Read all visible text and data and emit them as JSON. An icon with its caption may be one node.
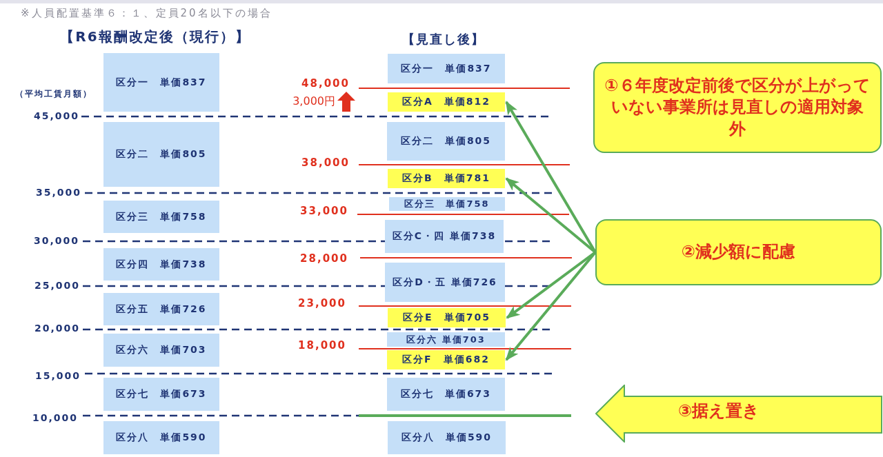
{
  "diagram": {
    "title": "※人員配置基準６：１、定員20名以下の場合",
    "nodes": [
      {
        "text": [
          "区分一　単価837"
        ]
      },
      {
        "text": [
          "区分二　単価805"
        ]
      },
      {
        "text": [
          "区分三　単価758"
        ]
      },
      {
        "text": [
          "区分四　単価738"
        ]
      },
      {
        "text": [
          "区分五　単価726"
        ]
      },
      {
        "text": [
          "区分六　単価703"
        ]
      },
      {
        "text": [
          "区分七　単価673"
        ]
      },
      {
        "text": [
          "区分八　単価590"
        ]
      },
      {
        "text": [
          "区分一　単価837"
        ]
      },
      {
        "text": [
          "区分A　単価812"
        ]
      },
      {
        "text": [
          "区分二　単価805"
        ]
      },
      {
        "text": [
          "区分B　単価781"
        ]
      },
      {
        "text": [
          "区分三　単価758"
        ]
      },
      {
        "text": [
          "区分C・四 単価738"
        ]
      },
      {
        "text": [
          "区分D・五 単価726"
        ]
      },
      {
        "text": [
          "区分E　単価705"
        ]
      },
      {
        "text": [
          "区分六 単価703"
        ]
      },
      {
        "text": [
          "区分F　単価682"
        ]
      },
      {
        "text": [
          "区分七　単価673"
        ]
      },
      {
        "text": [
          "区分八　単価590"
        ]
      },
      {
        "text": [
          "①６年度改定前後で区分が上がっていない事業所は見直しの適用対象外"
        ]
      },
      {
        "text": [
          "②減少額に配慮"
        ]
      },
      {
        "text": [
          "③据え置き"
        ]
      }
    ],
    "edges": [
      {
        "from": 21,
        "to": 9,
        "arrow": "to"
      },
      {
        "from": 21,
        "to": 11,
        "arrow": "to"
      },
      {
        "from": 21,
        "to": 15,
        "arrow": "to"
      },
      {
        "from": 21,
        "to": 17,
        "arrow": "to"
      }
    ],
    "labels": [
      "【R6報酬改定後（現行）】",
      "【見直し後】",
      "（平均工賃月額）",
      "48,000",
      "3,000円",
      "45,000",
      "38,000",
      "35,000",
      "33,000",
      "30,000",
      "28,000",
      "25,000",
      "23,000",
      "20,000",
      "18,000",
      "15,000",
      "10,000"
    ]
  }
}
